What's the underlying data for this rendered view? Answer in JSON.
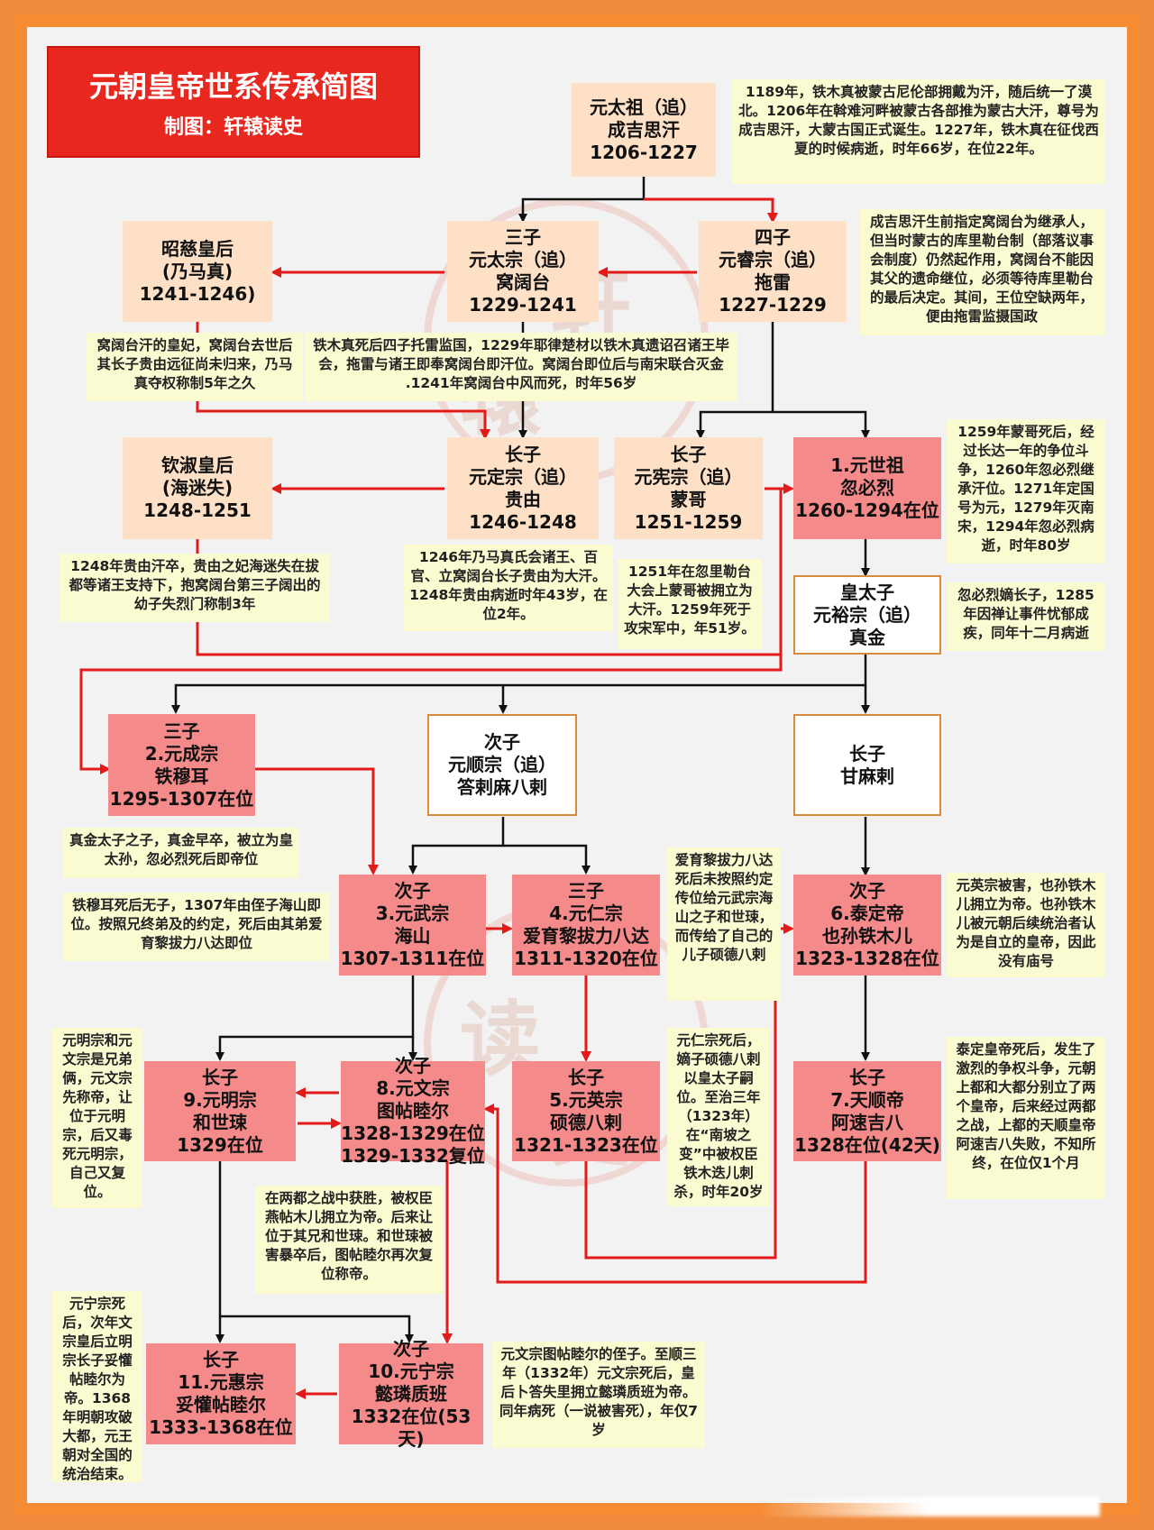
{
  "title": {
    "main": "元朝皇帝世系传承简图",
    "sub": "制图：轩辕读史"
  },
  "nodes": {
    "chengjisi": [
      "元太祖（追）",
      "成吉思汗",
      "1206-1227"
    ],
    "wokuotai": [
      "三子",
      "元太宗（追）",
      "窝阔台",
      "1229-1241"
    ],
    "tuolei": [
      "四子",
      "元睿宗（追）",
      "拖雷",
      "1227-1229"
    ],
    "naimazhen": [
      "昭慈皇后",
      "(乃马真)",
      "1241-1246)"
    ],
    "guiyou": [
      "长子",
      "元定宗（追）",
      "贵由",
      "1246-1248"
    ],
    "mengge": [
      "长子",
      "元宪宗（追）",
      "蒙哥",
      "1251-1259"
    ],
    "haimishi": [
      "钦淑皇后",
      "(海迷失)",
      "1248-1251"
    ],
    "hubilie": [
      "1.元世祖",
      "忽必烈",
      "1260-1294在位"
    ],
    "zhenjin": [
      "皇太子",
      "元裕宗（追）",
      "真金"
    ],
    "tiemuer": [
      "三子",
      "2.元成宗",
      "铁穆耳",
      "1295-1307在位"
    ],
    "dalamabala": [
      "次子",
      "元顺宗（追）",
      "答剌麻八剌"
    ],
    "ganmala": [
      "长子",
      "甘麻剌"
    ],
    "haishan": [
      "次子",
      "3.元武宗",
      "海山",
      "1307-1311在位"
    ],
    "aiyuli": [
      "三子",
      "4.元仁宗",
      "爱育黎拔力八达",
      "1311-1320在位"
    ],
    "yesun": [
      "次子",
      "6.泰定帝",
      "也孙铁木儿",
      "1323-1328在位"
    ],
    "heshila": [
      "长子",
      "9.元明宗",
      "和世㻋",
      "1329在位"
    ],
    "tutiemuer": [
      "次子",
      "8.元文宗",
      "图帖睦尔",
      "1328-1329在位",
      "1329-1332复位"
    ],
    "shuodebala": [
      "长子",
      "5.元英宗",
      "硕德八剌",
      "1321-1323在位"
    ],
    "asuji": [
      "长子",
      "7.天顺帝",
      "阿速吉八",
      "1328在位(42天)"
    ],
    "tuohuan": [
      "长子",
      "11.元惠宗",
      "妥懽帖睦尔",
      "1333-1368在位"
    ],
    "yilinzhiban": [
      "次子",
      "10.元宁宗",
      "懿璘质班",
      "1332在位(53天)"
    ]
  },
  "notes": {
    "n1": "1189年，铁木真被蒙古尼伦部拥戴为汗，随后统一了漠北。1206年在斡难河畔被蒙古各部推为蒙古大汗，尊号为成吉思汗，大蒙古国正式诞生。1227年，铁木真在征伐西夏的时候病逝，时年66岁，在位22年。",
    "n2": "成吉思汗生前指定窝阔台为继承人，但当时蒙古的库里勒台制（部落议事会制度）仍然起作用，窝阔台不能因其父的遗命继位，必须等待库里勒台的最后决定。其间，王位空缺两年，便由拖雷监摄国政",
    "n3": "窝阔台汗的皇妃，窝阔台去世后其长子贵由远征尚未归来，乃马真夺权称制5年之久",
    "n4": "铁木真死后四子托雷监国，1229年耶律楚材以铁木真遗诏召诸王毕会，拖雷与诸王即奉窝阔台即汗位。窝阔台即位后与南宋联合灭金 .1241年窝阔台中风而死，时年56岁",
    "n5": "1259年蒙哥死后，经过长达一年的争位斗争，1260年忽必烈继承汗位。1271年定国号为元，1279年灭南宋，1294年忽必烈病逝，时年80岁",
    "n6": "1248年贵由汗卒，贵由之妃海迷失在拔都等诸王支持下，抱窝阔台第三子阔出的幼子失烈门称制3年",
    "n7": "1246年乃马真氏会诸王、百官、立窝阔台长子贵由为大汗。1248年贵由病逝时年43岁，在位2年。",
    "n8": "1251年在忽里勒台大会上蒙哥被拥立为大汗。1259年死于攻宋军中，年51岁。",
    "n9": "忽必烈嫡长子，1285年因禅让事件忧郁成疾，同年十二月病逝",
    "n10": "真金太子之子，真金早卒，被立为皇太孙，忽必烈死后即帝位",
    "n11": "铁穆耳死后无子，1307年由侄子海山即位。按照兄终弟及的约定，死后由其弟爱育黎拔力八达即位",
    "n12": "爱育黎拔力八达死后未按照约定传位给元武宗海山之子和世㻋，而传给了自己的儿子硕德八剌",
    "n13": "元英宗被害，也孙铁木儿拥立为帝。也孙铁木儿被元朝后续统治者认为是自立的皇帝，因此没有庙号",
    "n14": "元明宗和元文宗是兄弟俩，元文宗先称帝，让位于元明宗，后又毒死元明宗，自己又复位。",
    "n15": "元仁宗死后，嫡子硕德八剌以皇太子嗣位。至治三年（1323年）在“南坡之变”中被权臣铁木迭儿刺杀，时年20岁",
    "n16": "泰定皇帝死后，发生了激烈的争权斗争，元朝上都和大都分别立了两个皇帝，后来经过两都之战，上都的天顺皇帝阿速吉八失败，不知所终，在位仅1个月",
    "n17": "在两都之战中获胜，被权臣燕帖木儿拥立为帝。后来让位于其兄和世㻋。和世㻋被害暴卒后，图帖睦尔再次复位称帝。",
    "n18": "元宁宗死后，次年文宗皇后立明宗长子妥懽帖睦尔为帝。1368年明朝攻破大都，元王朝对全国的统治结束。",
    "n19": "元文宗图帖睦尔的侄子。至顺三年（1332年）元文宗死后，皇后卜答失里拥立懿璘质班为帝。同年病死（一说被害死），年仅7岁"
  },
  "watermark": [
    "轩",
    "辕",
    "读",
    "史"
  ],
  "colors": {
    "frame": "#f58b33",
    "title_bg": "#e8281f",
    "emperor": "#f48a8a",
    "ancestor": "#fde0c6",
    "note": "#fbfbd2",
    "red_line": "#e21a1a"
  }
}
